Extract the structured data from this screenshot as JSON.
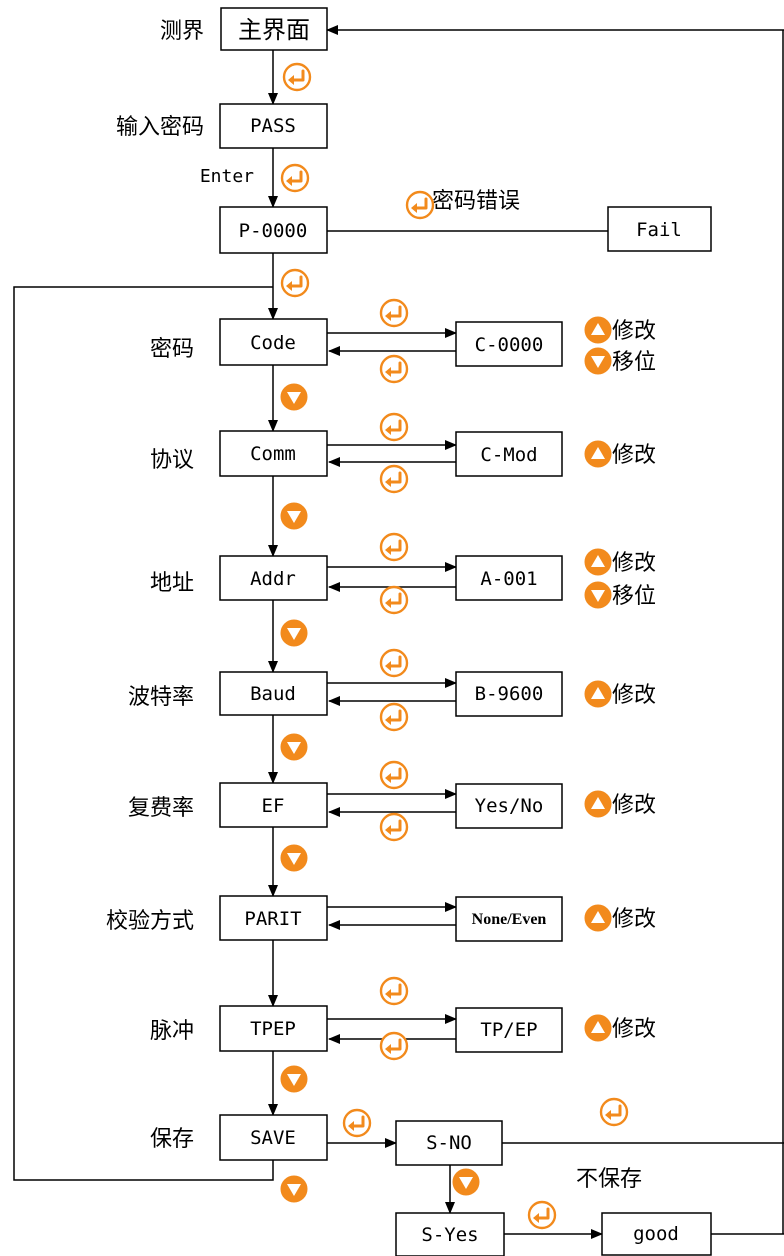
{
  "nodes": {
    "main": "主界面",
    "pass": "PASS",
    "p0000": "P-0000",
    "fail": "Fail",
    "code": "Code",
    "c0000": "C-0000",
    "comm": "Comm",
    "cmod": "C-Mod",
    "addr": "Addr",
    "a001": "A-001",
    "baud": "Baud",
    "b9600": "B-9600",
    "ef": "EF",
    "yesno": "Yes/No",
    "parit": "PARIT",
    "noneeven": "None/Even",
    "tpep": "TPEP",
    "tpep_opt": "TP/EP",
    "save": "SAVE",
    "sno": "S-NO",
    "syes": "S-Yes",
    "good": "good"
  },
  "labels": {
    "main": "测界",
    "pass": "输入密码",
    "enter": "Enter",
    "wrong_password": "密码错误",
    "code": "密码",
    "comm": "协议",
    "addr": "地址",
    "baud": "波特率",
    "ef": "复费率",
    "parit": "校验方式",
    "tpep": "脉冲",
    "save": "保存",
    "no_save": "不保存"
  },
  "hints": {
    "modify": "修改",
    "shift": "移位"
  },
  "icons": {
    "enter": "enter-key-icon",
    "down": "down-arrow-key-icon",
    "up": "up-arrow-key-icon"
  },
  "colors": {
    "icon": "#f28a1c",
    "line": "#000000"
  }
}
